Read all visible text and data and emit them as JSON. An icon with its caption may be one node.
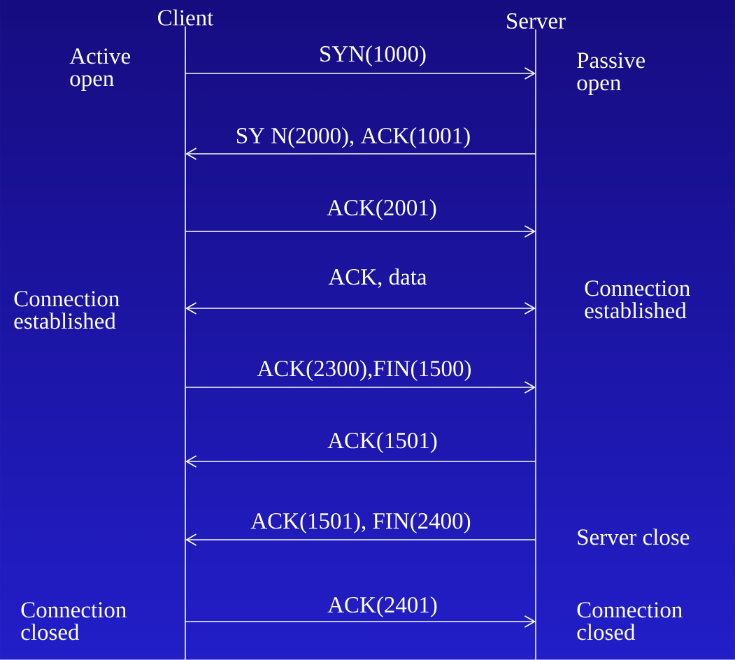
{
  "diagram": {
    "nodes": [
      {
        "text": [
          "Client"
        ]
      },
      {
        "text": [
          "Server"
        ]
      }
    ],
    "edges": [
      {
        "from": 0,
        "to": 1,
        "arrow": "to",
        "label": "SYN(1000)"
      },
      {
        "from": 1,
        "to": 0,
        "arrow": "to",
        "label": "SY N(2000), ACK(1001)"
      },
      {
        "from": 0,
        "to": 1,
        "arrow": "to",
        "label": "ACK(2001)"
      },
      {
        "from": 0,
        "to": 1,
        "arrow": "both",
        "label": "ACK, data"
      },
      {
        "from": 0,
        "to": 1,
        "arrow": "to",
        "label": "ACK(2300),FIN(1500)"
      },
      {
        "from": 1,
        "to": 0,
        "arrow": "to",
        "label": "ACK(1501)"
      },
      {
        "from": 1,
        "to": 0,
        "arrow": "to",
        "label": "ACK(1501), FIN(2400)"
      },
      {
        "from": 0,
        "to": 1,
        "arrow": "to",
        "label": "ACK(2401)"
      }
    ],
    "labels": [
      "Active open",
      "Passive open",
      "Connection established",
      "Connection established",
      "Server close",
      "Connection closed",
      "Connection closed"
    ]
  }
}
